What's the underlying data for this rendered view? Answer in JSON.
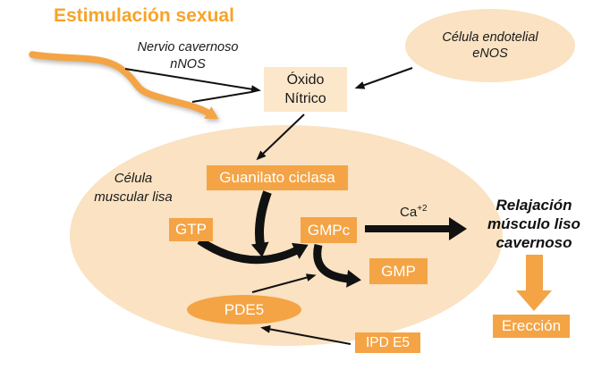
{
  "title": "Estimulación sexual",
  "colors": {
    "orange": "#F4A445",
    "title_orange": "#F7A329",
    "cell_fill": "#FAE2C2",
    "nitric_box_fill": "#FCE7CA",
    "arrow_black": "#111111",
    "box_text": "#FFFFFF"
  },
  "labels": {
    "nerve_line1": "Nervio cavernoso",
    "nerve_line2": "nNOS",
    "endothelial_line1": "Célula endotelial",
    "endothelial_line2": "eNOS",
    "nitric_line1": "Óxido",
    "nitric_line2": "Nítrico",
    "smooth_cell_line1": "Célula",
    "smooth_cell_line2": "muscular lisa",
    "guanylate": "Guanilato ciclasa",
    "gtp": "GTP",
    "gmpc": "GMPc",
    "gmp": "GMP",
    "pde5": "PDE5",
    "ipde5": "IPD E5",
    "calcium_base": "Ca",
    "calcium_sup": "+2",
    "relaxation_line1": "Relajación",
    "relaxation_line2": "músculo liso",
    "relaxation_line3": "cavernoso",
    "erection": "Erección"
  }
}
